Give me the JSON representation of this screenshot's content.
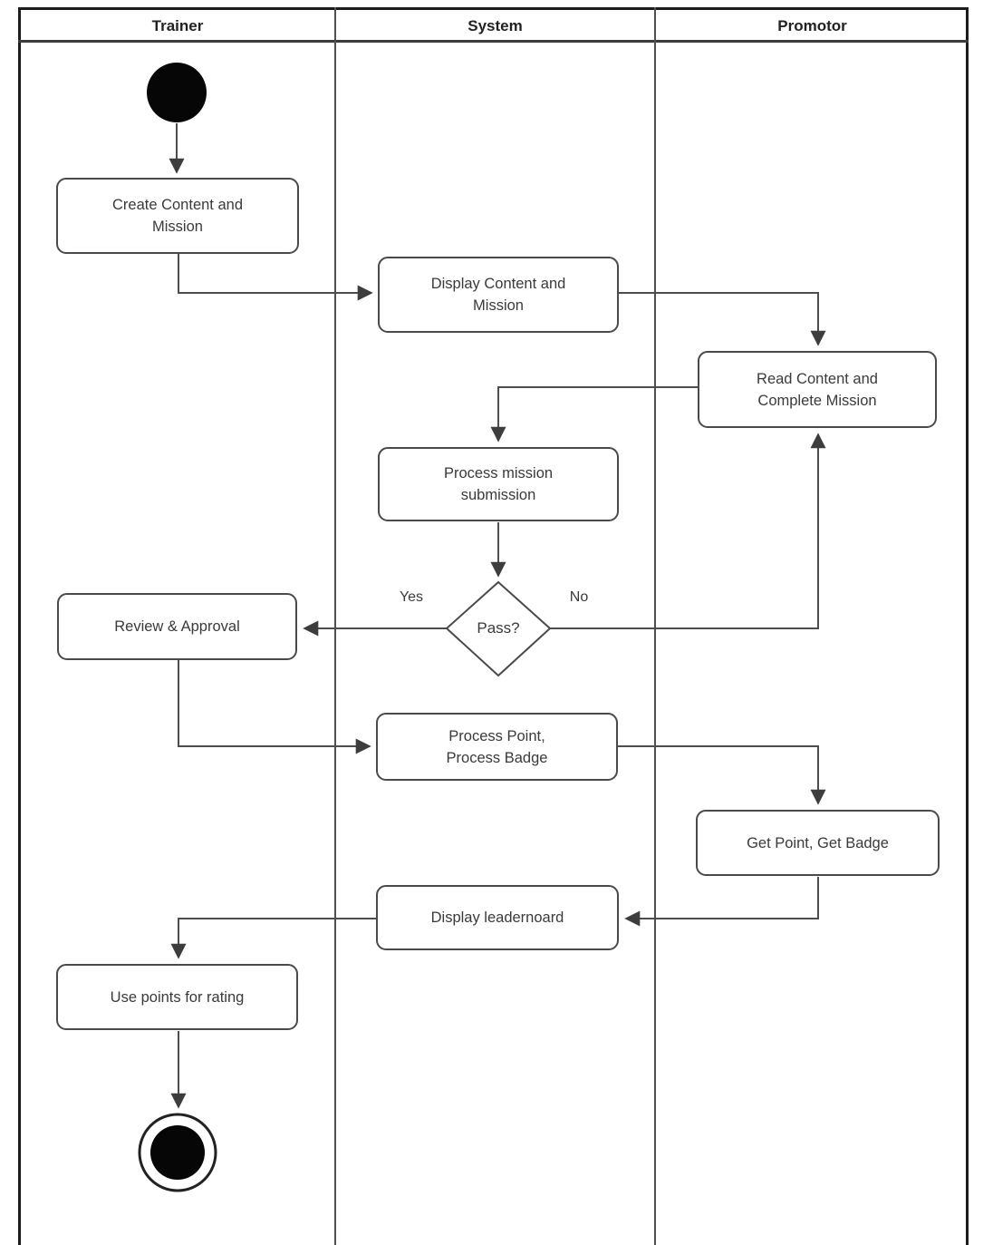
{
  "diagram": {
    "type": "uml-activity-swimlane",
    "lanes": [
      {
        "label": "Trainer"
      },
      {
        "label": "System"
      },
      {
        "label": "Promotor"
      }
    ],
    "nodes": {
      "start": {
        "kind": "initial-node"
      },
      "create_content": {
        "label": "Create Content and\nMission",
        "lane": "Trainer"
      },
      "display_content": {
        "label": "Display Content and\nMission",
        "lane": "System"
      },
      "read_content": {
        "label": "Read Content and\nComplete Mission",
        "lane": "Promotor"
      },
      "process_mission": {
        "label": "Process mission\nsubmission",
        "lane": "System"
      },
      "decision": {
        "label": "Pass?",
        "lane": "System"
      },
      "review_approval": {
        "label": "Review & Approval",
        "lane": "Trainer"
      },
      "process_point": {
        "label": "Process Point,\nProcess Badge",
        "lane": "System"
      },
      "get_point": {
        "label": "Get Point, Get Badge",
        "lane": "Promotor"
      },
      "display_leaderboard": {
        "label": "Display leadernoard",
        "lane": "System"
      },
      "use_points": {
        "label": "Use points for rating",
        "lane": "Trainer"
      },
      "end": {
        "kind": "final-node"
      }
    },
    "edge_labels": {
      "yes": "Yes",
      "no": "No"
    },
    "colors": {
      "node_border": "#4a4a4a",
      "connector": "#4d4d4d",
      "frame": "#1c1c1c",
      "node_fill": "#ffffff",
      "terminal_fill": "#060606"
    }
  }
}
